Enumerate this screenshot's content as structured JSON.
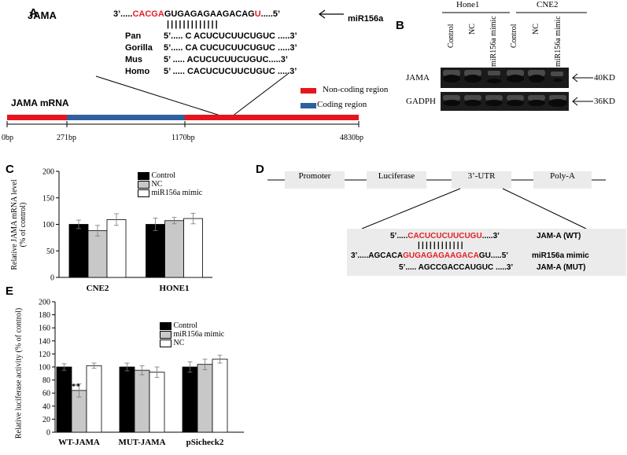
{
  "figure": {
    "panelA": {
      "label": "A",
      "gene": "JAMA",
      "mirna_seq": {
        "prefix": "3’.....",
        "red1": "CACGA",
        "mid": "GUGAGAGAAGACAG",
        "red2": "U",
        "suffix": ".....5’"
      },
      "arrow_label": "miR156a",
      "bars": "| | | | | | | | | | | | |",
      "species": [
        {
          "name": "Pan",
          "seq": "5’.....  C ACUCUCUUCUGUC .....3’"
        },
        {
          "name": "Gorilla",
          "seq": "5’.....  CA CUCUCUUCUGUC .....3’"
        },
        {
          "name": "Mus",
          "seq": "5’ .....     ACUCUCUUCUGUC.....3’"
        },
        {
          "name": "Homo",
          "seq": "5’ .....  CACUCUCUUCUGUC .....3’"
        }
      ],
      "mrna_label": "JAMA mRNA",
      "legend": [
        {
          "label": "Non-coding region",
          "color": "#e8141c"
        },
        {
          "label": "Coding region",
          "color": "#2f5f9e"
        }
      ],
      "positions": [
        "0bp",
        "271bp",
        "1170bp",
        "4830bp"
      ]
    },
    "panelB": {
      "label": "B",
      "groups": [
        "Hone1",
        "CNE2"
      ],
      "lanes": [
        "Control",
        "NC",
        "miR156a mimic",
        "Control",
        "NC",
        "miR156a mimic"
      ],
      "rows": [
        {
          "name": "JAMA",
          "size": "40KD"
        },
        {
          "name": "GADPH",
          "size": "36KD"
        }
      ]
    },
    "panelC": {
      "label": "C",
      "legend": [
        "Control",
        "NC",
        "miR156a mimic"
      ],
      "ylabel_line1": "Relative JAMA mRNA level",
      "ylabel_line2": "(% of control)"
    },
    "panelD": {
      "label": "D",
      "boxes": [
        "Promoter",
        "Luciferase",
        "3’-UTR",
        "Poly-A"
      ],
      "seq1": {
        "prefix": "5’.....",
        "red": "CACUCUCUUCUGU",
        "suffix": ".....3’",
        "tag": "JAM-A (WT)"
      },
      "bars": "| | | | | | | | | | | |",
      "seq2": {
        "prefix": "3’.....AGCACA",
        "red": "GUGAGAGAAGACA",
        "suffix": "GU.....5’",
        "tag": "miR156a mimic"
      },
      "seq3": {
        "text": "5’..... AGCCGACCAUGUC .....3’",
        "tag": "JAM-A (MUT)"
      }
    },
    "panelE": {
      "label": "E",
      "legend": [
        "Control",
        "miR156a mimic",
        "NC"
      ],
      "ylabel": "Relative luciferase activity (% of control)",
      "significance": "**"
    }
  },
  "chart_data": [
    {
      "type": "bar",
      "ylabel": "Relative JAMA mRNA level (% of control)",
      "categories": [
        "CNE2",
        "HONE1"
      ],
      "ylim": [
        0,
        200
      ],
      "yticks": [
        0,
        50,
        100,
        150,
        200
      ],
      "series": [
        {
          "name": "Control",
          "values": [
            100,
            100
          ],
          "errors": [
            8,
            12
          ],
          "color": "#000000"
        },
        {
          "name": "NC",
          "values": [
            88,
            107
          ],
          "errors": [
            10,
            6
          ],
          "color": "#c8c8c8"
        },
        {
          "name": "miR156a mimic",
          "values": [
            109,
            111
          ],
          "errors": [
            11,
            10
          ],
          "color": "#ffffff"
        }
      ]
    },
    {
      "type": "bar",
      "ylabel": "Relative luciferase activity (% of control)",
      "categories": [
        "WT-JAMA",
        "MUT-JAMA",
        "pSicheck2"
      ],
      "ylim": [
        0,
        200
      ],
      "yticks": [
        0,
        20,
        40,
        60,
        80,
        100,
        120,
        140,
        160,
        180,
        200
      ],
      "series": [
        {
          "name": "Control",
          "values": [
            100,
            100,
            100
          ],
          "errors": [
            5,
            6,
            8
          ],
          "color": "#000000"
        },
        {
          "name": "miR156a mimic",
          "values": [
            64,
            95,
            104
          ],
          "errors": [
            10,
            7,
            8
          ],
          "color": "#c8c8c8"
        },
        {
          "name": "NC",
          "values": [
            102,
            92,
            112
          ],
          "errors": [
            4,
            8,
            6
          ],
          "color": "#ffffff"
        }
      ]
    }
  ]
}
